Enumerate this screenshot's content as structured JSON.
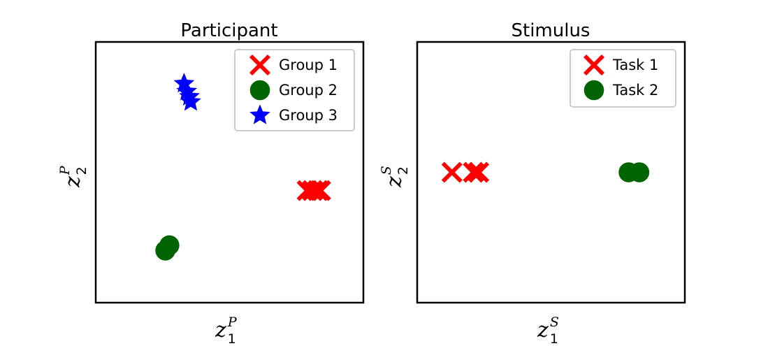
{
  "chart_data": [
    {
      "type": "scatter",
      "title": "Participant",
      "xlabel": {
        "base": "z",
        "sub": "1",
        "sup": "P"
      },
      "ylabel": {
        "base": "z",
        "sub": "2",
        "sup": "P"
      },
      "xlim": [
        0,
        100
      ],
      "ylim": [
        0,
        100
      ],
      "ticks": false,
      "grid": false,
      "legend_placement": "top-right",
      "series": [
        {
          "name": "Group 1",
          "marker": "x",
          "color": "#ff0000",
          "points": [
            [
              79,
              43
            ],
            [
              81,
              43
            ],
            [
              83,
              43
            ],
            [
              84,
              43
            ]
          ]
        },
        {
          "name": "Group 2",
          "marker": "circle",
          "color": "#006400",
          "points": [
            [
              26,
              20
            ],
            [
              27.5,
              22
            ]
          ]
        },
        {
          "name": "Group 3",
          "marker": "star",
          "color": "#0000ff",
          "points": [
            [
              33,
              84
            ],
            [
              34,
              81
            ],
            [
              35,
              79
            ],
            [
              35.5,
              77
            ]
          ]
        }
      ]
    },
    {
      "type": "scatter",
      "title": "Stimulus",
      "xlabel": {
        "base": "z",
        "sub": "1",
        "sup": "S"
      },
      "ylabel": {
        "base": "z",
        "sub": "2",
        "sup": "S"
      },
      "xlim": [
        0,
        100
      ],
      "ylim": [
        0,
        100
      ],
      "ticks": false,
      "grid": false,
      "legend_placement": "top-right",
      "series": [
        {
          "name": "Task 1",
          "marker": "x",
          "color": "#ff0000",
          "points": [
            [
              13,
              50
            ],
            [
              21,
              50
            ],
            [
              23,
              50
            ]
          ]
        },
        {
          "name": "Task 2",
          "marker": "circle",
          "color": "#006400",
          "points": [
            [
              79,
              50
            ],
            [
              83,
              50
            ]
          ]
        }
      ]
    }
  ]
}
